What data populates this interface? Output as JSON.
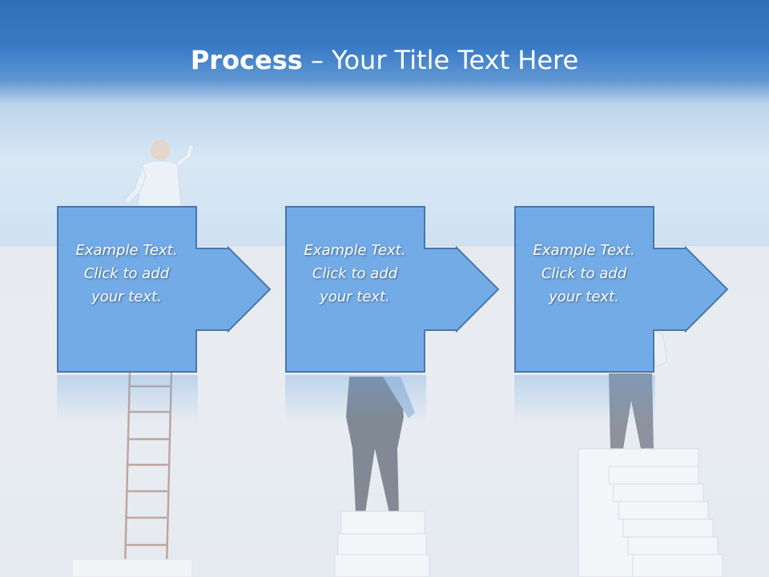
{
  "slide": {
    "title_bold": "Process",
    "title_rest": " – Your Title Text Here"
  },
  "steps": [
    {
      "line1": "Example Text.",
      "line2": "Click  to add",
      "line3": "your text."
    },
    {
      "line1": "Example Text.",
      "line2": "Click  to add",
      "line3": "your text."
    },
    {
      "line1": "Example Text.",
      "line2": "Click  to add",
      "line3": "your text."
    }
  ],
  "colors": {
    "header_blue": "#2f6fba",
    "box_fill": "#6aa6e6",
    "box_border": "#3b6ea8",
    "text": "#ffffff"
  }
}
